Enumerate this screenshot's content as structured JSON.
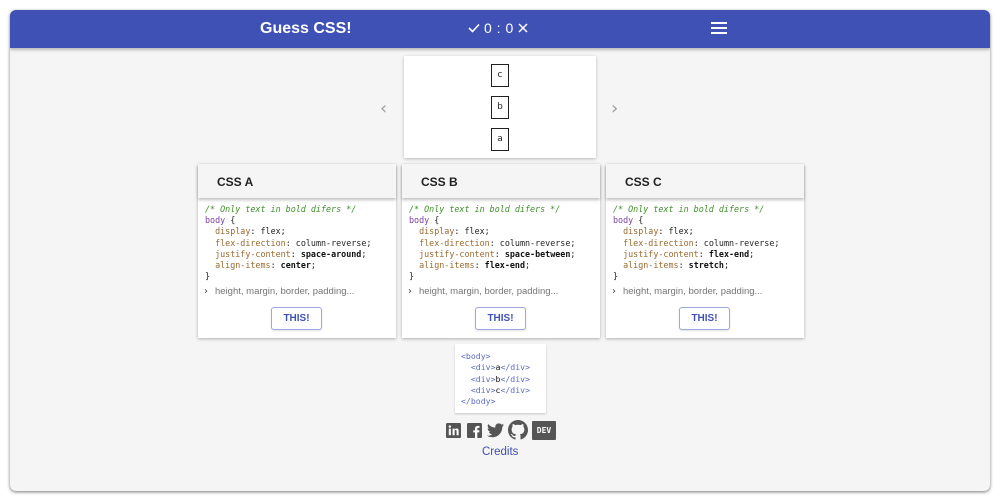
{
  "header": {
    "title": "Guess CSS!",
    "score_correct_icon": "check-icon",
    "score": "0 : 0",
    "score_wrong_icon": "x-icon",
    "menu_icon": "hamburger-menu-icon"
  },
  "preview": {
    "prev_arrow": "‹",
    "next_arrow": "›",
    "boxes": [
      "c",
      "b",
      "a"
    ]
  },
  "cards": [
    {
      "title": "CSS A",
      "comment": "/* Only text in bold difers */",
      "selector": "body",
      "props": [
        {
          "name": "display",
          "value": "flex"
        },
        {
          "name": "flex-direction",
          "value": "column-reverse"
        },
        {
          "name": "justify-content",
          "value": "space-around"
        },
        {
          "name": "align-items",
          "value": "center"
        }
      ],
      "more": "height, margin, border, padding...",
      "button": "THIS!"
    },
    {
      "title": "CSS B",
      "comment": "/* Only text in bold difers */",
      "selector": "body",
      "props": [
        {
          "name": "display",
          "value": "flex"
        },
        {
          "name": "flex-direction",
          "value": "column-reverse"
        },
        {
          "name": "justify-content",
          "value": "space-between"
        },
        {
          "name": "align-items",
          "value": "flex-end"
        }
      ],
      "more": "height, margin, border, padding...",
      "button": "THIS!"
    },
    {
      "title": "CSS C",
      "comment": "/* Only text in bold difers */",
      "selector": "body",
      "props": [
        {
          "name": "display",
          "value": "flex"
        },
        {
          "name": "flex-direction",
          "value": "column-reverse"
        },
        {
          "name": "justify-content",
          "value": "flex-end"
        },
        {
          "name": "align-items",
          "value": "stretch"
        }
      ],
      "more": "height, margin, border, padding...",
      "button": "THIS!"
    }
  ],
  "html_markup": {
    "open_body": "<body>",
    "divs": [
      {
        "open": "<div>",
        "text": "a",
        "close": "</div>"
      },
      {
        "open": "<div>",
        "text": "b",
        "close": "</div>"
      },
      {
        "open": "<div>",
        "text": "c",
        "close": "</div>"
      }
    ],
    "close_body": "</body>"
  },
  "social": [
    "linkedin-icon",
    "facebook-icon",
    "twitter-icon",
    "github-icon",
    "dev-icon"
  ],
  "social_dev_label": "DEV",
  "credits": "Credits",
  "colors": {
    "primary": "#3f51b5",
    "background": "#f5f5f5"
  }
}
